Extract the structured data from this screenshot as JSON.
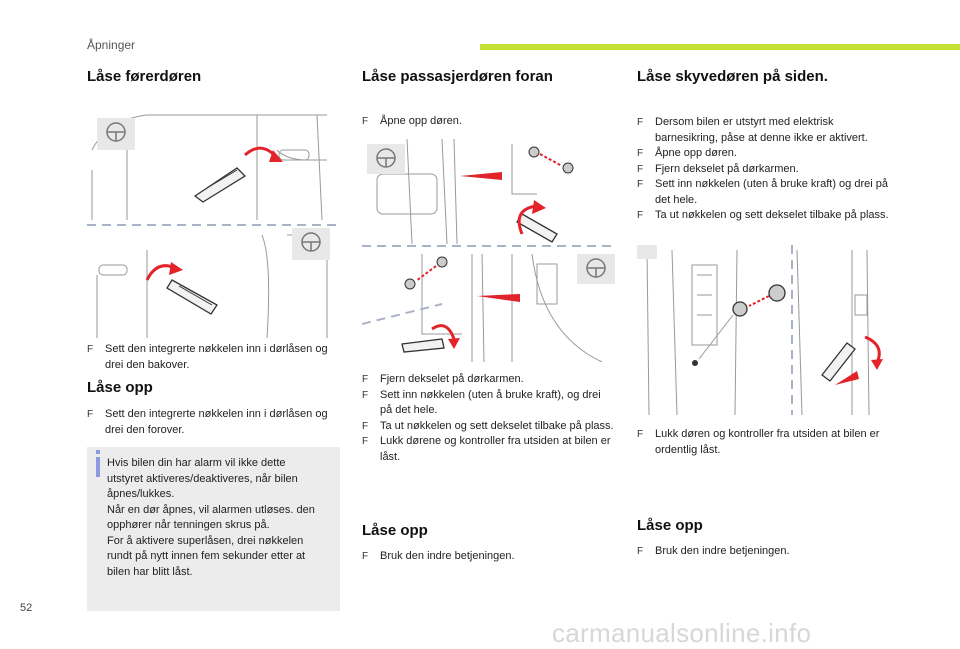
{
  "header": {
    "section": "Åpninger",
    "accent_color": "#c6e034"
  },
  "col1": {
    "title": "Låse førerdøren",
    "steps": [
      "Sett den integrerte nøkkelen inn i dørlåsen og drei den bakover."
    ],
    "unlock_title": "Låse opp",
    "unlock_steps": [
      "Sett den integrerte nøkkelen inn i dørlåsen og drei den forover."
    ],
    "info_lines": [
      "Hvis bilen din har alarm vil ikke dette",
      "utstyret aktiveres/deaktiveres, når bilen",
      "åpnes/lukkes.",
      "Når en dør åpnes, vil alarmen utløses. den",
      "opphører når tenningen skrus på.",
      "For å aktivere superlåsen, drei nøkkelen",
      "rundt på nytt innen fem sekunder etter at",
      "bilen har blitt låst."
    ]
  },
  "col2": {
    "title": "Låse passasjerdøren foran",
    "intro_steps": [
      "Åpne opp døren."
    ],
    "steps": [
      "Fjern dekselet på dørkarmen.",
      "Sett inn nøkkelen (uten å bruke kraft), og drei på det hele.",
      "Ta ut nøkkelen og sett dekselet tilbake på plass.",
      "Lukk dørene og kontroller fra utsiden at bilen er låst."
    ],
    "unlock_title": "Låse opp",
    "unlock_steps": [
      "Bruk den indre betjeningen."
    ]
  },
  "col3": {
    "title": "Låse skyvedøren på siden.",
    "steps": [
      "Dersom bilen er utstyrt med elektrisk barnesikring, påse at denne ikke er aktivert.",
      "Åpne opp døren.",
      "Fjern dekselet på dørkarmen.",
      "Sett inn nøkkelen (uten å bruke kraft) og drei på det hele.",
      "Ta ut nøkkelen og sett dekselet tilbake på plass."
    ],
    "after_steps": [
      "Lukk døren og kontroller fra utsiden at bilen er ordentlig låst."
    ],
    "unlock_title": "Låse opp",
    "unlock_steps": [
      "Bruk den indre betjeningen."
    ]
  },
  "bullet_glyph": "F",
  "footer": {
    "page_number": "52",
    "watermark": "carmanualsonline.info"
  },
  "icons": [
    "key-icon",
    "steering-wheel-icon",
    "lock-cover-icon",
    "rotate-arrow-icon"
  ],
  "arrow_color": "#e2232a"
}
